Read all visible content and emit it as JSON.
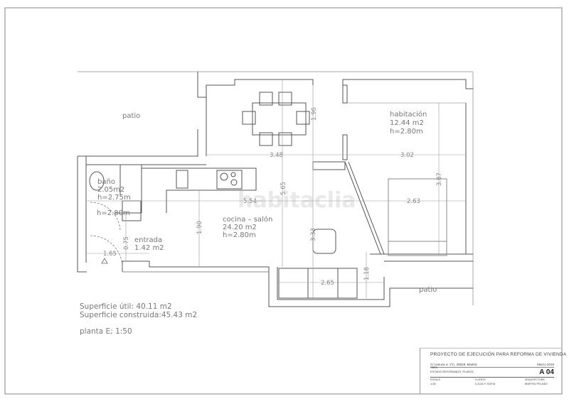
{
  "drawing": {
    "watermark": "habitaclia",
    "rooms": [
      {
        "id": "patio-nw",
        "name": "patio"
      },
      {
        "id": "habitacion",
        "name": "habitación",
        "area": "12.44  m2",
        "height": "h=2.80m"
      },
      {
        "id": "bano",
        "name": "baño",
        "area": "2.05m2",
        "height": "h=2.75m"
      },
      {
        "id": "pasillo",
        "height": "h=2.80m"
      },
      {
        "id": "entrada",
        "name": "entrada",
        "area": "1.42  m2"
      },
      {
        "id": "cocina-salon",
        "name": "cocina – salón",
        "area": "24.20  m2",
        "height": "h=2.80m"
      },
      {
        "id": "patio-se",
        "name": "patio"
      }
    ],
    "dimensions": {
      "d348": "3.48",
      "d302": "3.02",
      "d196": "1.96",
      "d387": "3.87",
      "d565": "5.65",
      "d554": "5.54",
      "d263": "2.63",
      "d190": "1.90",
      "d333": "3.33",
      "d075": "0.75",
      "d165": "1.65",
      "d265": "2.65",
      "d118": "1.18"
    },
    "summary": {
      "useful": "Superficie útil: 40.11  m2",
      "built": "Superficie construida:45.43  m2",
      "floor": "planta E; 1:50"
    }
  },
  "title_block": {
    "project_title": "PROYECTO DE EJECUCIÓN PARA REFORMA  DE VIVIENDA",
    "address": "C/ Lanuza 4, 1ºC, 28028, Madrid",
    "date": "Marzo 2019",
    "obra_label": "OBRA",
    "plan_name": "ESTADO REFORMADO: PLANTA",
    "sheet_number": "A 04",
    "columns": [
      {
        "header": "ESCALA",
        "value": "1:50"
      },
      {
        "header": "CLIENTE",
        "value": "LUCIA Y SOFIA"
      },
      {
        "header": "ARQUITECTURA",
        "value": "MARTIN PELAEZ"
      }
    ]
  }
}
